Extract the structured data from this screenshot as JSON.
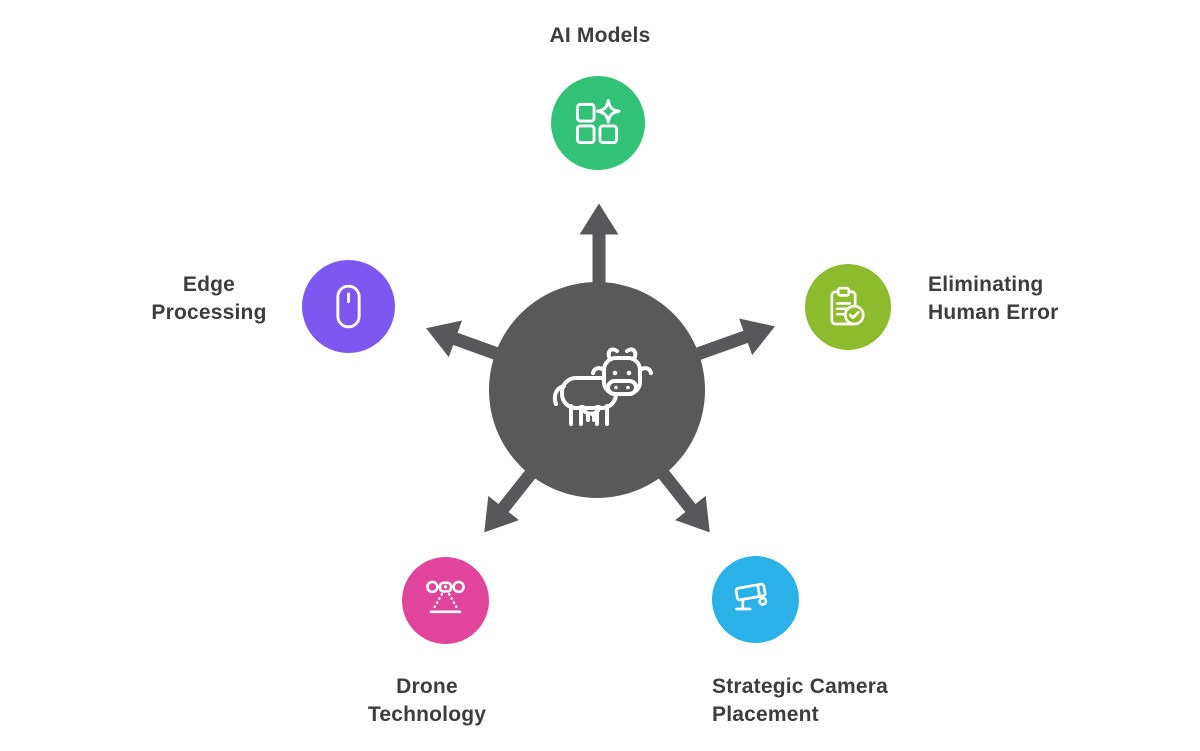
{
  "diagram": {
    "background_color": "#ffffff",
    "arrow_color": "#58585a",
    "label_color": "#3d3d3d",
    "icon_stroke_color": "#ffffff",
    "center": {
      "id": "livestock-hub",
      "icon": "cow-icon",
      "color": "#595959"
    },
    "nodes": [
      {
        "id": "ai-models",
        "label_lines": [
          "AI Models"
        ],
        "color": "#31c278",
        "icon": "ai-sparkle-squares-icon",
        "position": "top"
      },
      {
        "id": "edge-processing",
        "label_lines": [
          "Edge",
          "Processing"
        ],
        "color": "#7d58f0",
        "icon": "computer-mouse-icon",
        "position": "left"
      },
      {
        "id": "eliminating-human-error",
        "label_lines": [
          "Eliminating",
          "Human Error"
        ],
        "color": "#8cbb2d",
        "icon": "clipboard-check-icon",
        "position": "right"
      },
      {
        "id": "drone-technology",
        "label_lines": [
          "Drone",
          "Technology"
        ],
        "color": "#e0459b",
        "icon": "drone-icon",
        "position": "bottom-left"
      },
      {
        "id": "strategic-camera-placement",
        "label_lines": [
          "Strategic Camera",
          "Placement"
        ],
        "color": "#29b1e8",
        "icon": "cctv-camera-icon",
        "position": "bottom-right"
      }
    ]
  }
}
